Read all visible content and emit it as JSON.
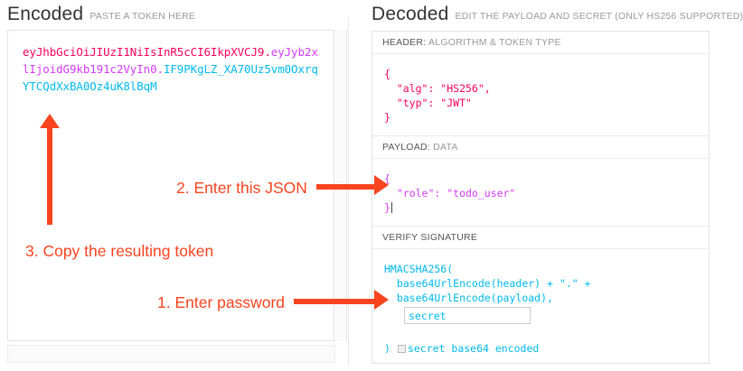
{
  "encoded": {
    "heading": "Encoded",
    "subheading": "PASTE A TOKEN HERE",
    "token": {
      "header": "eyJhbGciOiJIUzI1NiIsInR5cCI6IkpXVCJ9",
      "separator1": ".",
      "payload": "eyJyb2xlIjoidG9kb191c2VyIn0",
      "separator2": ".",
      "signature": "IF9PKgLZ_XA70Uz5vm0OxrqYTCQdXxBA0Oz4uK8lBqM"
    }
  },
  "decoded": {
    "heading": "Decoded",
    "subheading": "EDIT THE PAYLOAD AND SECRET (ONLY HS256 SUPPORTED)",
    "sections": [
      {
        "label_strong": "HEADER:",
        "label_rest": " ALGORITHM & TOKEN TYPE",
        "body": "{\n  \"alg\": \"HS256\",\n  \"typ\": \"JWT\"\n}"
      },
      {
        "label_strong": "PAYLOAD:",
        "label_rest": " DATA",
        "body": "{\n  \"role\": \"todo_user\"\n}"
      },
      {
        "label_strong": "VERIFY SIGNATURE",
        "label_rest": "",
        "signature_line1": "HMACSHA256(",
        "signature_line2": "  base64UrlEncode(header) + \".\" +",
        "signature_line3": "  base64UrlEncode(payload),",
        "signature_close": ")",
        "secret_value": "secret",
        "secret_placeholder": "secret",
        "base64_label": "secret base64 encoded",
        "base64_checked": false
      }
    ]
  },
  "annotations": [
    {
      "id": "anno-1",
      "text": "1. Enter password"
    },
    {
      "id": "anno-2",
      "text": "2. Enter this JSON"
    },
    {
      "id": "anno-3",
      "text": "3. Copy the resulting token"
    }
  ],
  "colors": {
    "annotation": "#f9441f",
    "token_header": "#fb015b",
    "token_payload": "#d63aff",
    "token_signature": "#00b9f1",
    "panel_border": "#e3e3e3",
    "muted_text": "#9a9a9a"
  }
}
